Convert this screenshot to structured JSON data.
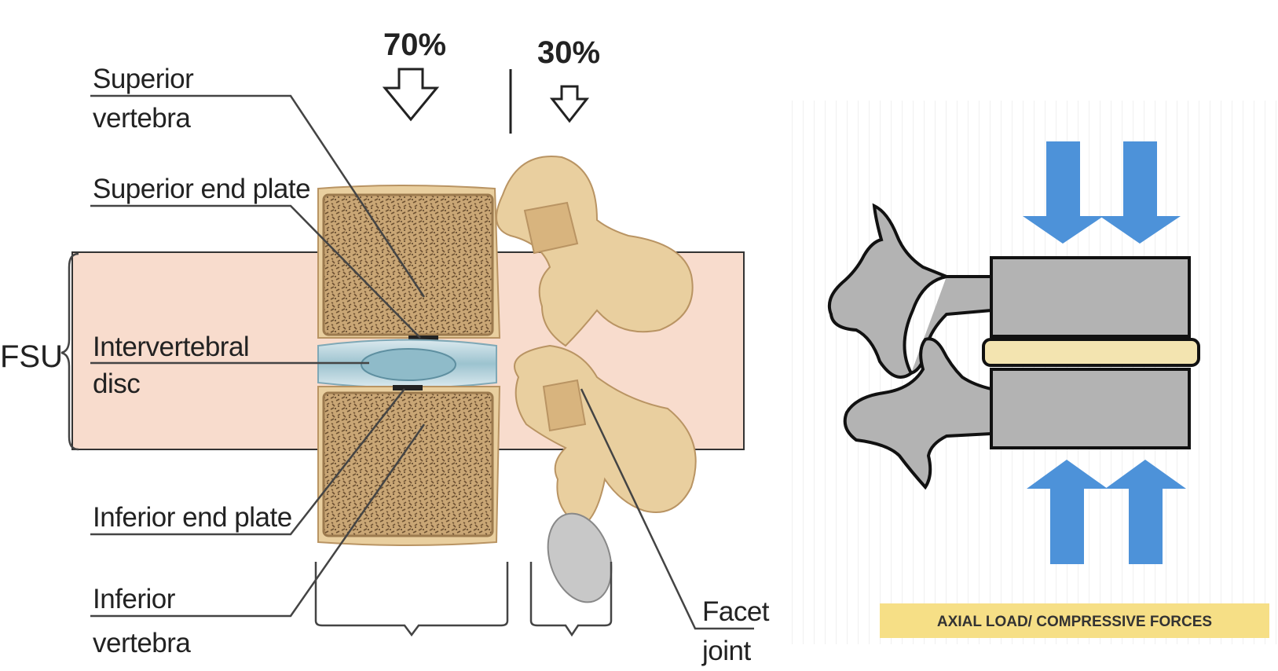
{
  "left_diagram": {
    "load_anterior": "70%",
    "load_posterior": "30%",
    "fsu_label": "FSU",
    "labels": {
      "superior_vertebra": [
        "Superior",
        "vertebra"
      ],
      "superior_end_plate": "Superior end plate",
      "intervertebral_disc": [
        "Intervertebral",
        "disc"
      ],
      "inferior_end_plate": "Inferior end plate",
      "inferior_vertebra": [
        "Inferior",
        "vertebra"
      ],
      "facet_joint": [
        "Facet",
        "joint"
      ]
    },
    "colors": {
      "fsu_band": "#f8dccd",
      "bone": "#e9cf9f",
      "spongy_bone": "#8b6b45",
      "disc": "#9cc3cf"
    }
  },
  "right_diagram": {
    "caption": "AXIAL LOAD/ COMPRESSIVE FORCES",
    "colors": {
      "arrows": "#4d92d9",
      "vertebra": "#b3b3b3",
      "disc": "#f3e4b0",
      "caption_bg": "#f6df86"
    }
  }
}
